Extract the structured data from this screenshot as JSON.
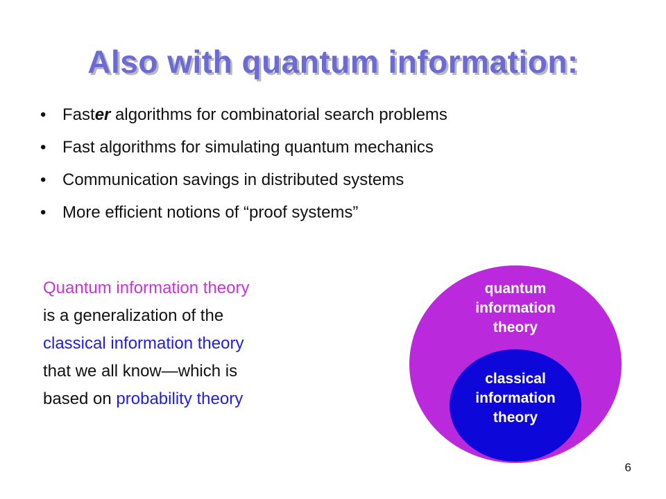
{
  "slide": {
    "title": "Also with quantum information:",
    "bullets": [
      {
        "prefix": "Fast",
        "emph": "er",
        "suffix": " algorithms for combinatorial search problems"
      },
      {
        "prefix": "Fast algorithms for simulating quantum mechanics",
        "emph": "",
        "suffix": ""
      },
      {
        "prefix": "Communication savings in distributed systems",
        "emph": "",
        "suffix": ""
      },
      {
        "prefix": "More efficient notions of “proof systems”",
        "emph": "",
        "suffix": ""
      }
    ],
    "bullet_symbol": "•",
    "paragraph": {
      "line1": "Quantum information theory",
      "line2": "is a generalization of the",
      "line3": "classical information theory",
      "line4": "that we all know—which is",
      "line5_prefix": "based on ",
      "line5_link": "probability theory"
    },
    "diagram": {
      "outer_label": [
        "quantum",
        "information",
        "theory"
      ],
      "inner_label": [
        "classical",
        "information",
        "theory"
      ],
      "outer_color": "#bb29dd",
      "inner_color": "#0d08d9"
    },
    "page_number": "6",
    "colors": {
      "title": "#6c6ad3",
      "magenta": "#c534d6",
      "blue": "#1f1fd8"
    }
  }
}
